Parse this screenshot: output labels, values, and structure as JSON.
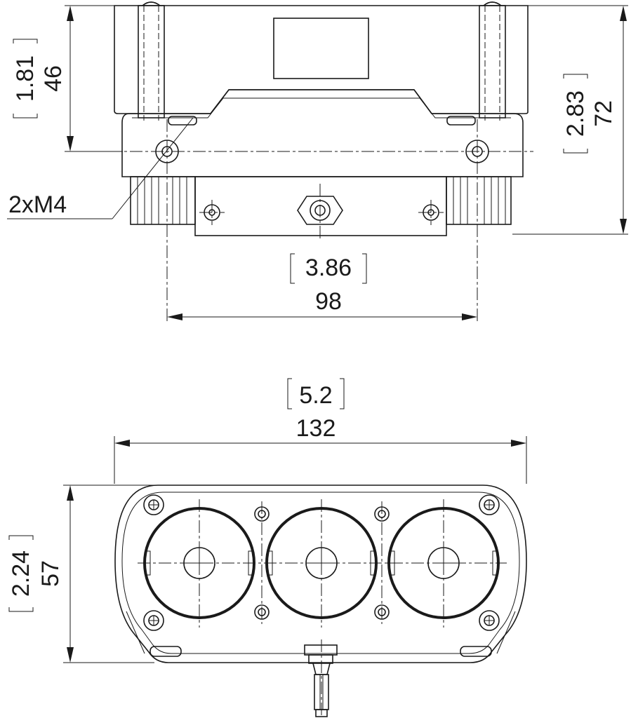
{
  "top_view": {
    "label_mounting_holes": "2xM4",
    "dim_height_to_hole_in": "1.81",
    "dim_height_to_hole_mm": "46",
    "dim_total_height_in": "2.83",
    "dim_total_height_mm": "72",
    "dim_hole_spacing_in": "3.86",
    "dim_hole_spacing_mm": "98"
  },
  "front_view": {
    "dim_width_in": "5.2",
    "dim_width_mm": "132",
    "dim_height_in": "2.24",
    "dim_height_mm": "57"
  }
}
